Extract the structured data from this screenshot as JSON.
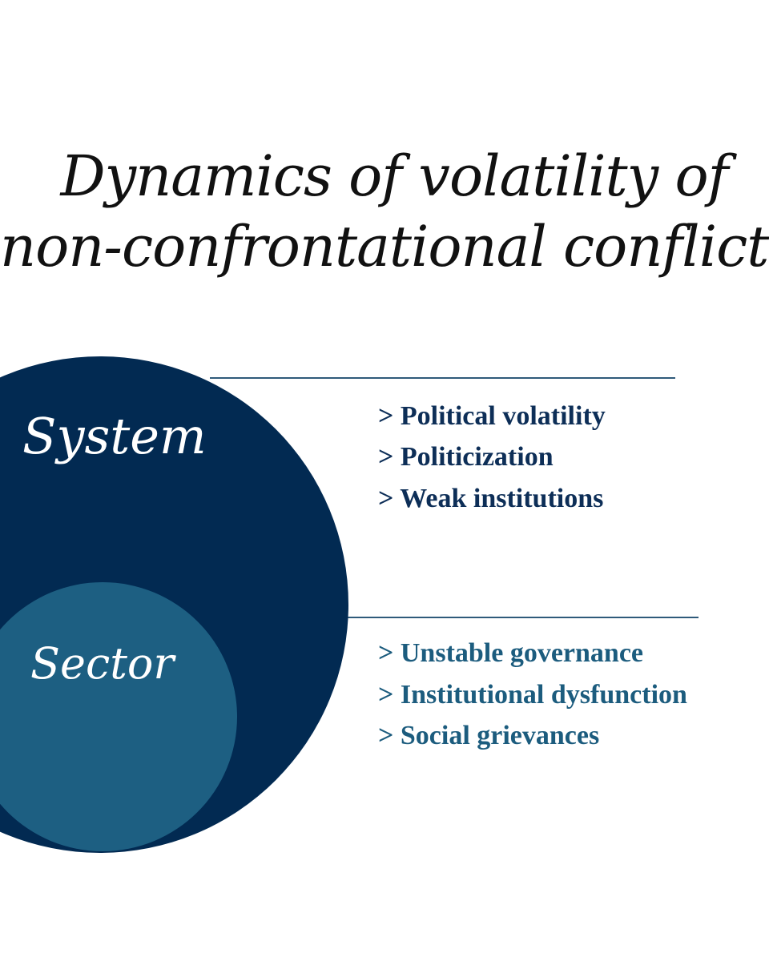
{
  "title": {
    "line1": "Dynamics of  volatility of",
    "line2": "non-confrontational conflicts"
  },
  "colors": {
    "system_circle": "#022a52",
    "sector_circle": "#1d5f82",
    "system_text": "#0d2e57",
    "sector_text": "#1c5c7e",
    "divider": "#2f5a7a"
  },
  "system": {
    "label": "System",
    "items": [
      "> Political volatility",
      "> Politicization",
      "> Weak institutions"
    ]
  },
  "sector": {
    "label": "Sector",
    "items": [
      "> Unstable governance",
      "> Institutional dysfunction",
      "> Social grievances"
    ]
  }
}
